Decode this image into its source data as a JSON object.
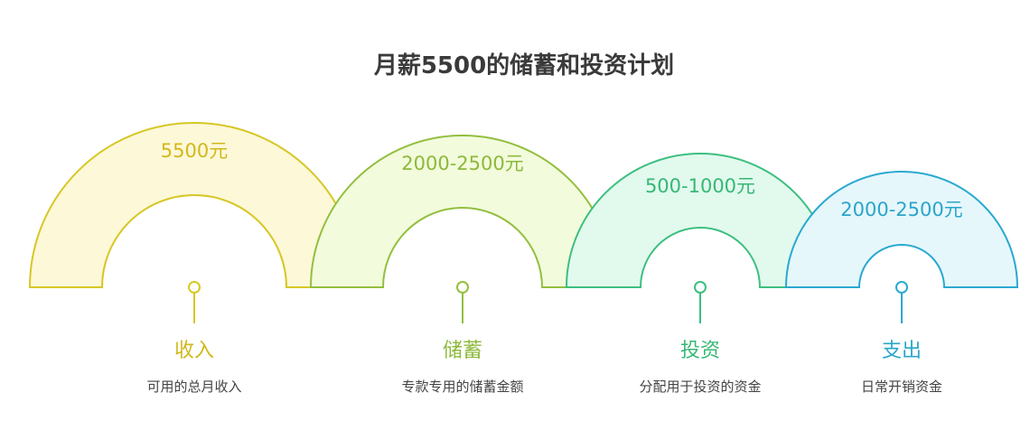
{
  "title": "月薪5500的储蓄和投资计划",
  "stages": [
    {
      "key": "income",
      "amount": "5500元",
      "label": "收入",
      "desc": "可用的总月收入",
      "stroke": "#d7c726",
      "fill": "#fdf8d8",
      "text": "#d2b81c"
    },
    {
      "key": "savings",
      "amount": "2000-2500元",
      "label": "储蓄",
      "desc": "专款专用的储蓄金额",
      "stroke": "#93bf3e",
      "fill": "#f2fbdc",
      "text": "#8db93a"
    },
    {
      "key": "invest",
      "amount": "500-1000元",
      "label": "投资",
      "desc": "分配用于投资的资金",
      "stroke": "#3dbf80",
      "fill": "#e2f9ee",
      "text": "#36b874"
    },
    {
      "key": "expense",
      "amount": "2000-2500元",
      "label": "支出",
      "desc": "日常开销资金",
      "stroke": "#2aa9d0",
      "fill": "#e6f7fc",
      "text": "#2aa6c9"
    }
  ]
}
